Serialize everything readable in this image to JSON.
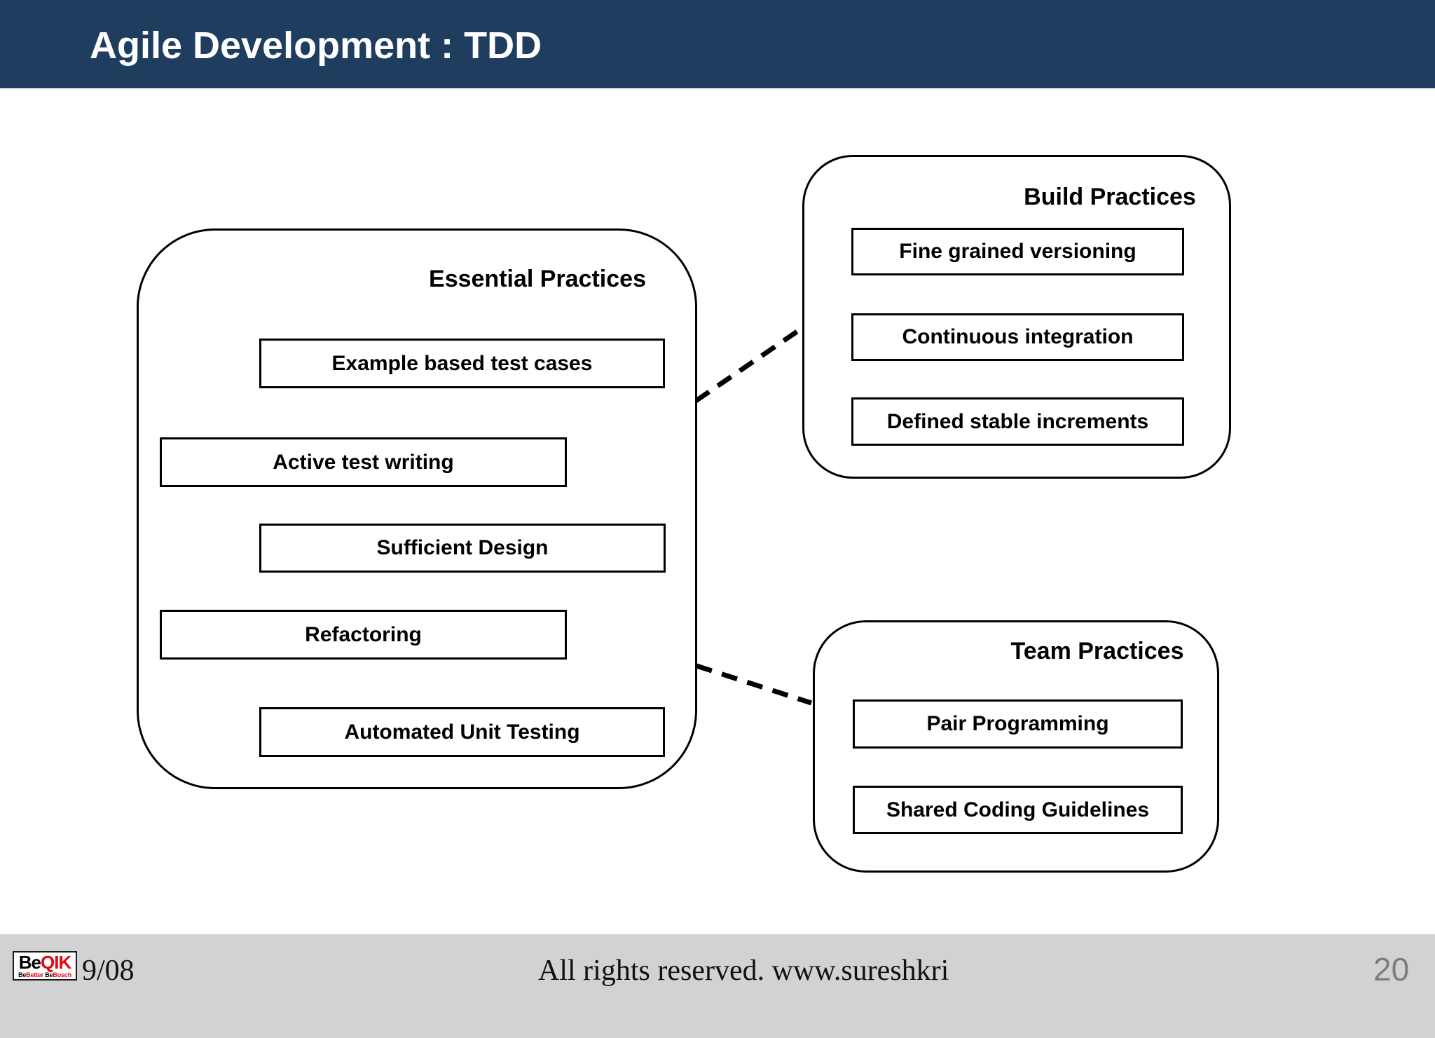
{
  "header": {
    "title": "Agile Development : TDD"
  },
  "colors": {
    "header_bg": "#1e3d5f",
    "header_text": "#ffffff",
    "footer_bg": "#d2d2d4",
    "page_number_gray": "#7d7d7d",
    "line_black": "#000000",
    "logo_red": "#e30613"
  },
  "diagram": {
    "groups": [
      {
        "title": "Essential Practices",
        "items": [
          "Example based test cases",
          "Active test writing",
          "Sufficient Design",
          "Refactoring",
          "Automated Unit Testing"
        ]
      },
      {
        "title": "Build Practices",
        "items": [
          "Fine grained versioning",
          "Continuous integration",
          "Defined stable increments"
        ]
      },
      {
        "title": "Team Practices",
        "items": [
          "Pair Programming",
          "Shared Coding Guidelines"
        ]
      }
    ],
    "connections": [
      {
        "from": "Example based test cases",
        "to": "Active test writing"
      },
      {
        "from": "Example based test cases",
        "to": "Sufficient Design"
      },
      {
        "from": "Active test writing",
        "to": "Sufficient Design"
      },
      {
        "from": "Active test writing",
        "to": "Refactoring"
      },
      {
        "from": "Sufficient Design",
        "to": "Refactoring"
      },
      {
        "from": "Refactoring",
        "to": "Automated Unit Testing"
      },
      {
        "from": "Essential Practices",
        "to": "Build Practices"
      },
      {
        "from": "Fine grained versioning",
        "to": "Continuous integration"
      },
      {
        "from": "Continuous integration",
        "to": "Defined stable increments"
      },
      {
        "from": "Essential Practices",
        "to": "Team Practices"
      },
      {
        "from": "Pair Programming",
        "to": "Shared Coding Guidelines"
      }
    ]
  },
  "footer": {
    "logo": {
      "be1": "Be",
      "qik": "QIK",
      "be2": "Be",
      "better": "Better",
      "be3": "Be",
      "bosch": "Bosch"
    },
    "date": "9/08",
    "copyright": "All rights reserved. www.sureshkri",
    "page": "20"
  }
}
